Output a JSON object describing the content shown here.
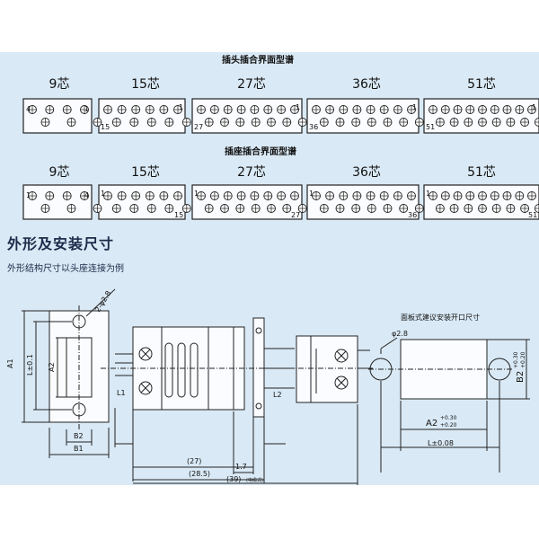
{
  "plug_title": "插头插合界面型谱",
  "socket_title": "插座插合界面型谱",
  "section_heading": "外形及安装尺寸",
  "section_sub": "外形结构尺寸以头座连接为例",
  "variants": [
    {
      "label": "9芯",
      "plug_left": "4",
      "plug_right": "1",
      "socket_left": "1",
      "socket_right": "4"
    },
    {
      "label": "15芯",
      "plug_left": "15",
      "plug_right": "1",
      "socket_left": "1",
      "socket_right": "15"
    },
    {
      "label": "27芯",
      "plug_left": "27",
      "plug_right": "1",
      "socket_left": "1",
      "socket_right": "27"
    },
    {
      "label": "36芯",
      "plug_left": "36",
      "plug_right": "1",
      "socket_left": "1",
      "socket_right": "36"
    },
    {
      "label": "51芯",
      "plug_left": "51",
      "plug_right": "1",
      "socket_left": "1",
      "socket_right": "51"
    }
  ],
  "drawing": {
    "hole_note": "2-φ2.8",
    "dim_a1": "A1",
    "dim_l01": "L±0.1",
    "dim_a2": "A2",
    "dim_b2": "B2",
    "dim_b1": "B1",
    "dim_l1": "L1",
    "dim_l2": "L2",
    "dim_27": "(27)",
    "dim_17": "1.7",
    "dim_285": "(28.5)",
    "dim_39": "(39)",
    "dim_39_note": "(电缆式)",
    "panel_title": "面板式建议安装开口尺寸",
    "panel_phi": "φ2.8",
    "panel_a2": "A2",
    "panel_a2_tol_up": "+0.30",
    "panel_a2_tol_dn": "+0.20",
    "panel_b2": "B2",
    "panel_b2_tol_up": "+0.30",
    "panel_b2_tol_dn": "+0.20",
    "panel_l": "L±0.08"
  }
}
